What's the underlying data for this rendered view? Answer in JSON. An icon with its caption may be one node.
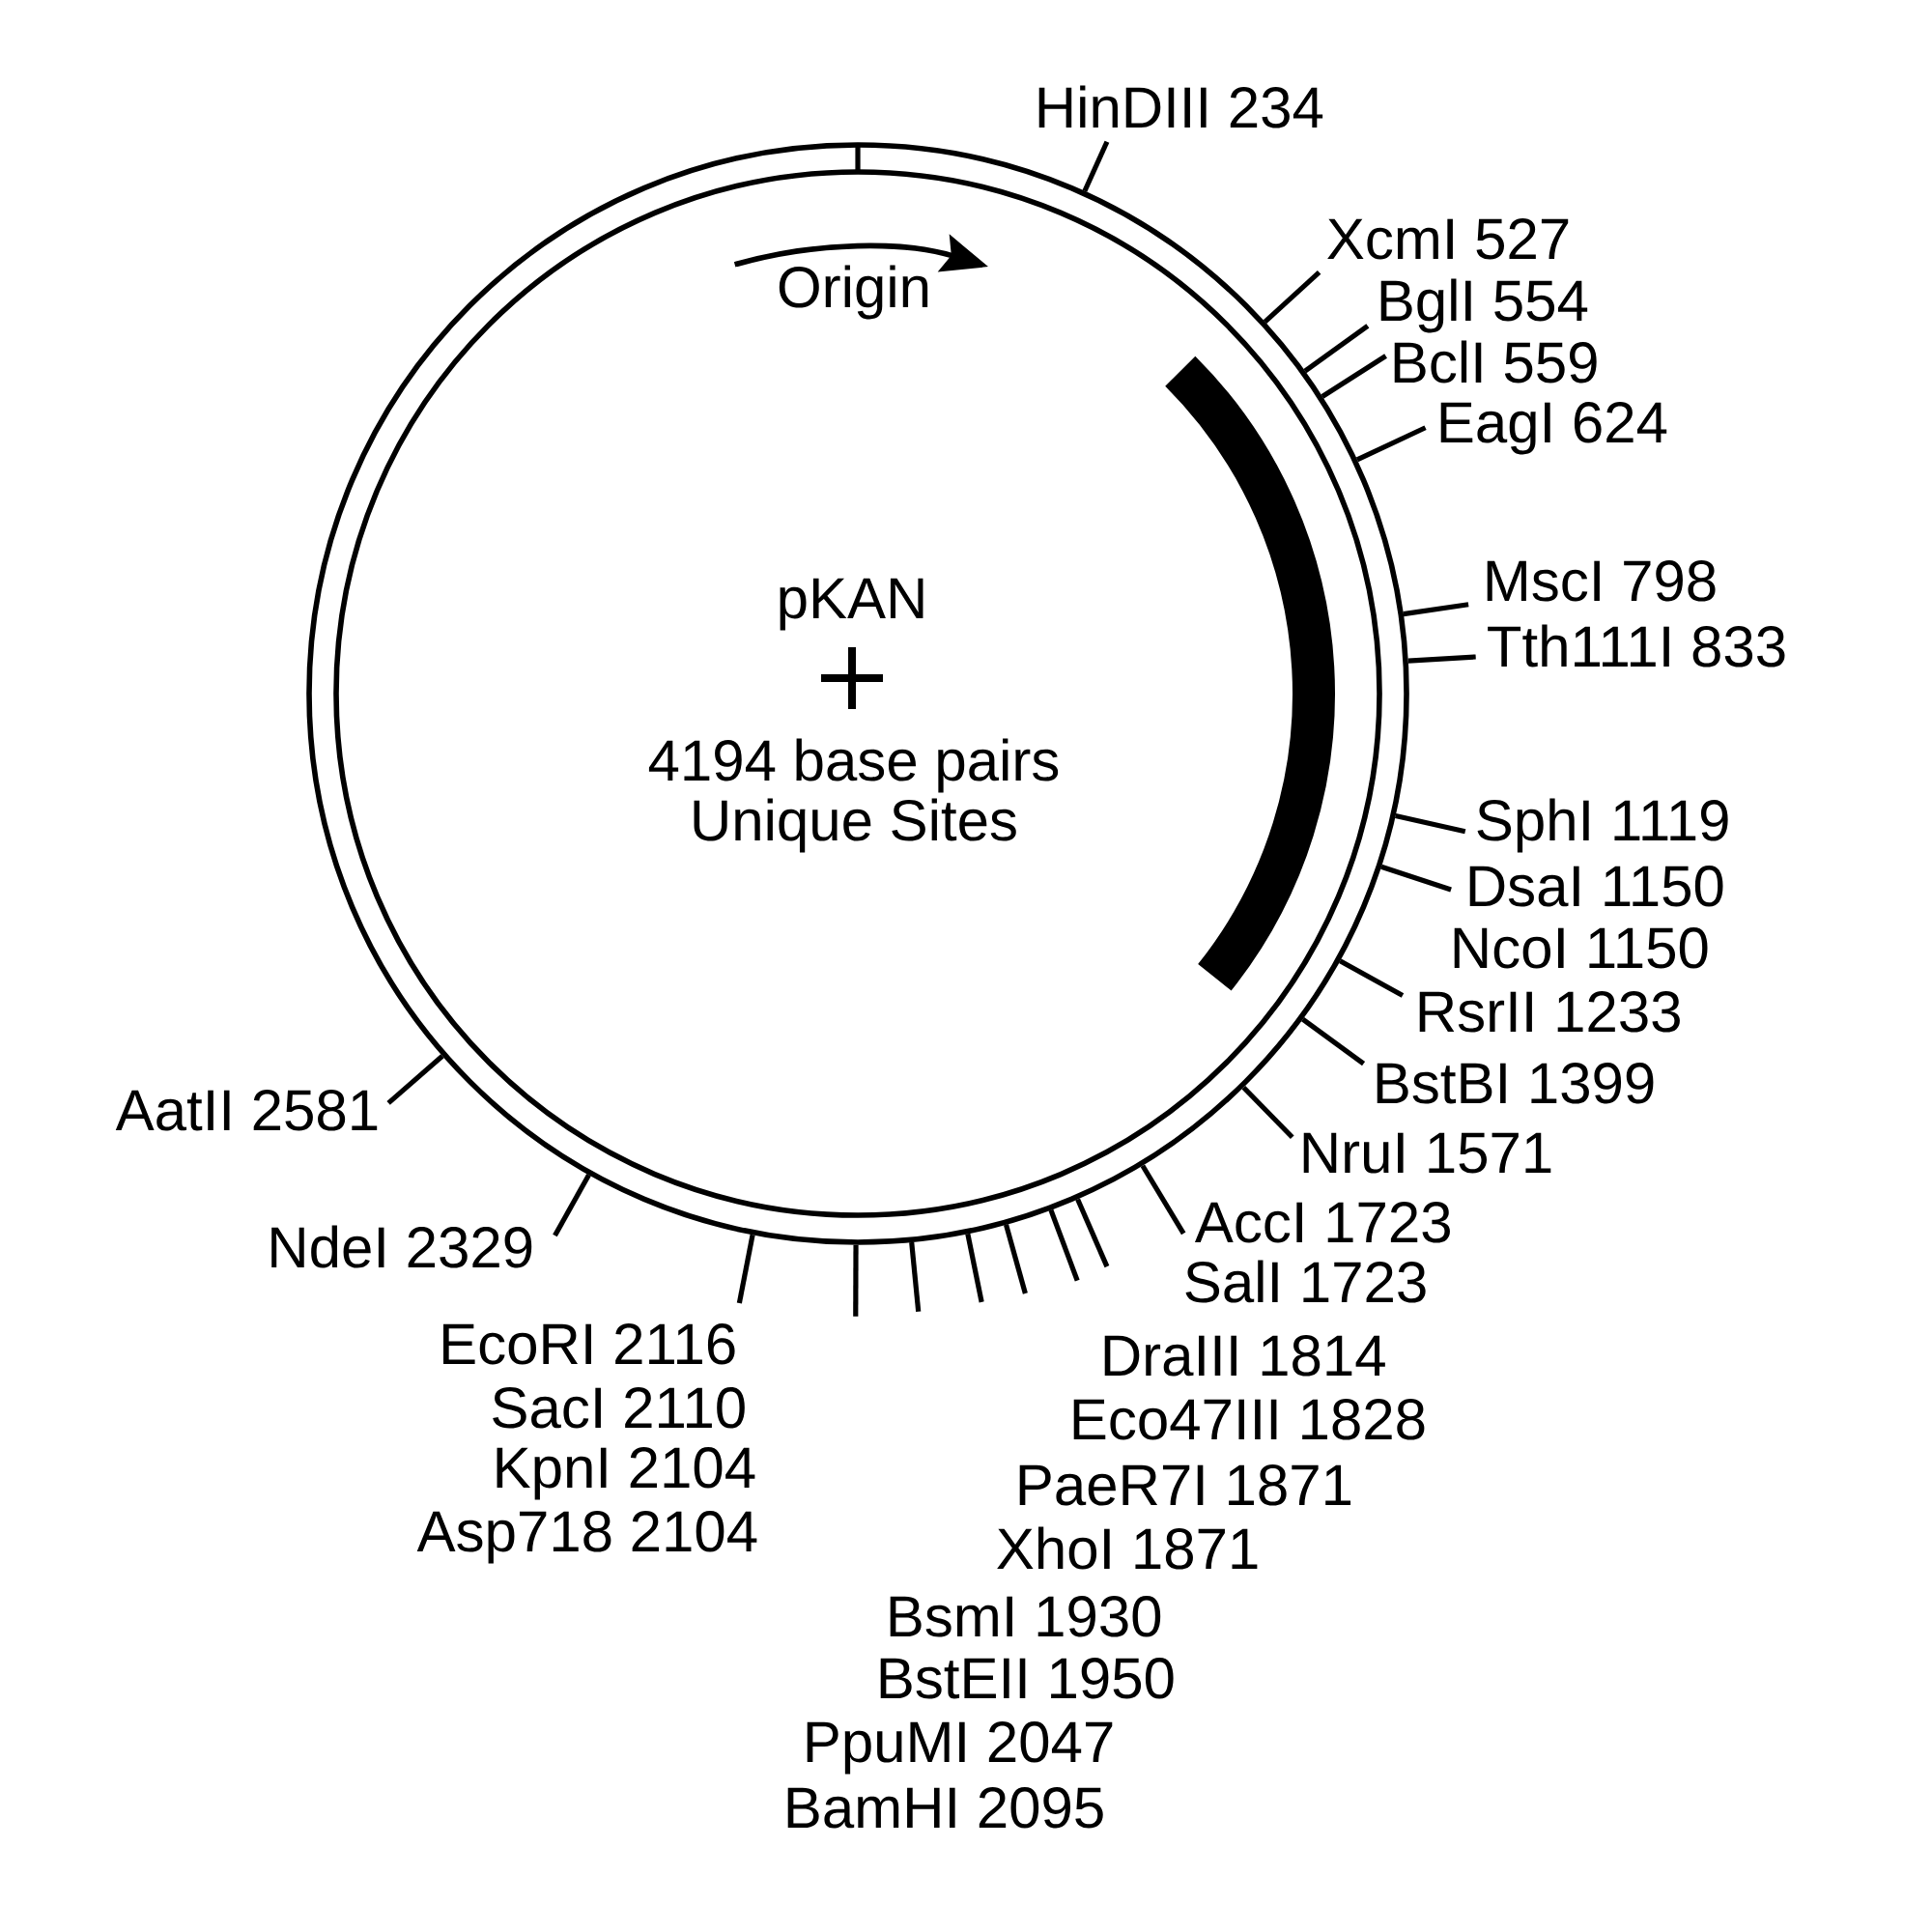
{
  "diagram": {
    "nodes": [
      {
        "text": [
          "pKAN",
          "4194 base pairs",
          "Unique Sites"
        ]
      },
      {
        "text": [
          "HinDIII 234"
        ]
      },
      {
        "text": [
          "XcmI 527"
        ]
      },
      {
        "text": [
          "BglI 554"
        ]
      },
      {
        "text": [
          "BclI 559"
        ]
      },
      {
        "text": [
          "EagI 624"
        ]
      },
      {
        "text": [
          "MscI 798"
        ]
      },
      {
        "text": [
          "Tth111I 833"
        ]
      },
      {
        "text": [
          "SphI 1119"
        ]
      },
      {
        "text": [
          "DsaI 1150",
          "NcoI 1150"
        ]
      },
      {
        "text": [
          "RsrII 1233"
        ]
      },
      {
        "text": [
          "BstBI 1399"
        ]
      },
      {
        "text": [
          "NruI 1571"
        ]
      },
      {
        "text": [
          "AccI 1723",
          "SalI 1723"
        ]
      },
      {
        "text": [
          "EcoRI 2116",
          "SacI 2110",
          "KpnI 2104",
          "Asp718 2104"
        ]
      },
      {
        "text": [
          "NdeI 2329"
        ]
      },
      {
        "text": [
          "AatII 2581"
        ]
      }
    ],
    "edges": [
      {
        "from": 1,
        "to": 0,
        "arrow": "none"
      },
      {
        "from": 2,
        "to": 0,
        "arrow": "none"
      },
      {
        "from": 3,
        "to": 0,
        "arrow": "none"
      },
      {
        "from": 4,
        "to": 0,
        "arrow": "none"
      },
      {
        "from": 5,
        "to": 0,
        "arrow": "none"
      },
      {
        "from": 6,
        "to": 0,
        "arrow": "none"
      },
      {
        "from": 7,
        "to": 0,
        "arrow": "none"
      },
      {
        "from": 8,
        "to": 0,
        "arrow": "none"
      },
      {
        "from": 9,
        "to": 0,
        "arrow": "none"
      },
      {
        "from": 10,
        "to": 0,
        "arrow": "none"
      },
      {
        "from": 11,
        "to": 0,
        "arrow": "none"
      },
      {
        "from": 12,
        "to": 0,
        "arrow": "none"
      },
      {
        "from": 13,
        "to": 0,
        "arrow": "none"
      },
      {
        "from": null,
        "to": 0,
        "arrow": "none"
      },
      {
        "from": null,
        "to": 0,
        "arrow": "none"
      },
      {
        "from": null,
        "to": 0,
        "arrow": "none"
      },
      {
        "from": null,
        "to": 0,
        "arrow": "none"
      },
      {
        "from": null,
        "to": 0,
        "arrow": "none"
      },
      {
        "from": null,
        "to": 0,
        "arrow": "none"
      },
      {
        "from": 14,
        "to": 0,
        "arrow": "none"
      },
      {
        "from": 15,
        "to": 0,
        "arrow": "none"
      },
      {
        "from": 16,
        "to": 0,
        "arrow": "none"
      }
    ],
    "labels": [
      "Origin",
      "DraIII 1814",
      "Eco47III 1828",
      "PaeR7I 1871",
      "XhoI 1871",
      "BsmI 1930",
      "BstEII 1950",
      "PpuMI 2047",
      "BamHI 2095"
    ]
  }
}
